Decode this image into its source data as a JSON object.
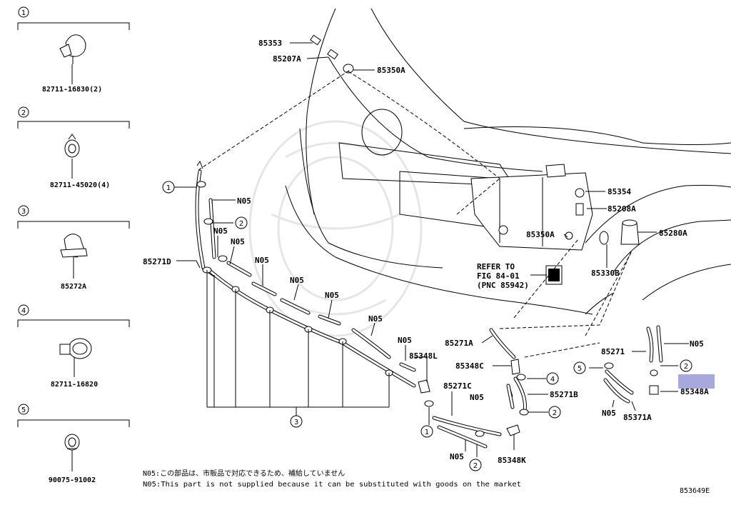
{
  "legend": [
    {
      "num": "1",
      "part": "82711-16830(2)"
    },
    {
      "num": "2",
      "part": "82711-45020(4)"
    },
    {
      "num": "3",
      "part": "85272A"
    },
    {
      "num": "4",
      "part": "82711-16820"
    },
    {
      "num": "5",
      "part": "90075-91002"
    }
  ],
  "labels": {
    "p85353": "85353",
    "p85207A": "85207A",
    "p85350A_top": "85350A",
    "p85271D": "85271D",
    "p85354": "85354",
    "p85208A": "85208A",
    "p85280A": "85280A",
    "p85350A_mid": "85350A",
    "p85330B": "85330B",
    "p85271A": "85271A",
    "p85348C": "85348C",
    "p85348L": "85348L",
    "p85271C": "85271C",
    "p85271B": "85271B",
    "p85348K": "85348K",
    "p85271": "85271",
    "p85348A": "85348A",
    "p85371A": "85371A",
    "n05": "N05",
    "refer_1": "REFER TO",
    "refer_2": "FIG 84-01",
    "refer_3": "(PNC 85942)"
  },
  "callouts": {
    "c1": "1",
    "c2": "2",
    "c3": "3",
    "c4": "4",
    "c5": "5"
  },
  "notes": {
    "jp": "N05:この部品は、市販品で対応できるため、補給していません",
    "en": "N05:This part is not supplied because it can be substituted with goods on the market"
  },
  "diagram_id": "853649E",
  "colors": {
    "highlight": "#a7a9dc",
    "line": "#000000",
    "watermark": "#e6e6e6"
  }
}
